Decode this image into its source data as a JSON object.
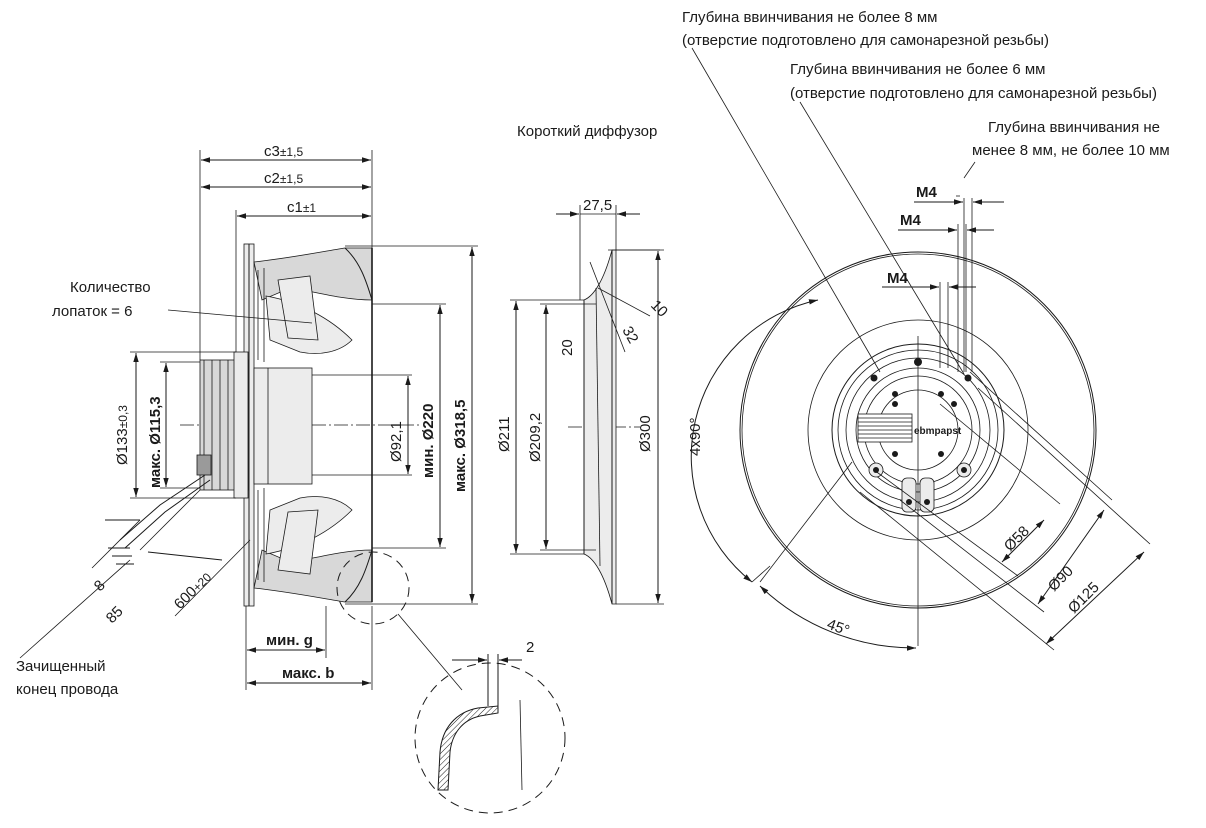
{
  "notes": {
    "depth8_line1": "Глубина ввинчивания не более 8 мм",
    "depth8_line2": "(отверстие  подготовлено для самонарезной резьбы)",
    "depth6_line1": "Глубина ввинчивания не более 6 мм",
    "depth6_line2": "(отверстие подготовлено для самонарезной резьбы)",
    "depth10_line1": "Глубина ввинчивания не",
    "depth10_line2": "менее 8 мм, не более 10 мм",
    "short_diffuser": "Короткий диффузор",
    "blades_line1": "Количество",
    "blades_line2": "лопаток = 6",
    "wire_line1": "Зачищенный",
    "wire_line2": "конец провода"
  },
  "side_view": {
    "c3": "c3",
    "c3_tol": "±1,5",
    "c2": "c2",
    "c2_tol": "±1,5",
    "c1": "c1",
    "c1_tol": "±1",
    "d133": "Ø133",
    "d133_tol": "±0,3",
    "d115": "макс. Ø115,3",
    "d92": "Ø92,1",
    "d220": "мин. Ø220",
    "d318": "макс. Ø318,5",
    "cable_600": "600",
    "cable_600_tol": "+20",
    "cable_85": "85",
    "cable_8": "8",
    "min_g": "мин. g",
    "max_b": "макс. b"
  },
  "diffuser": {
    "w27": "27,5",
    "d211": "Ø211",
    "d209": "Ø209,2",
    "d300": "Ø300",
    "r20": "20",
    "r32": "32",
    "r10": "10"
  },
  "detail": {
    "t2": "2"
  },
  "front_view": {
    "m4a": "M4",
    "m4b": "M4",
    "m4c": "M4",
    "angle4x90": "4x90°",
    "angle45": "45°",
    "d58": "Ø58",
    "d90": "Ø90",
    "d125": "Ø125",
    "logo": "ebmpapst"
  }
}
